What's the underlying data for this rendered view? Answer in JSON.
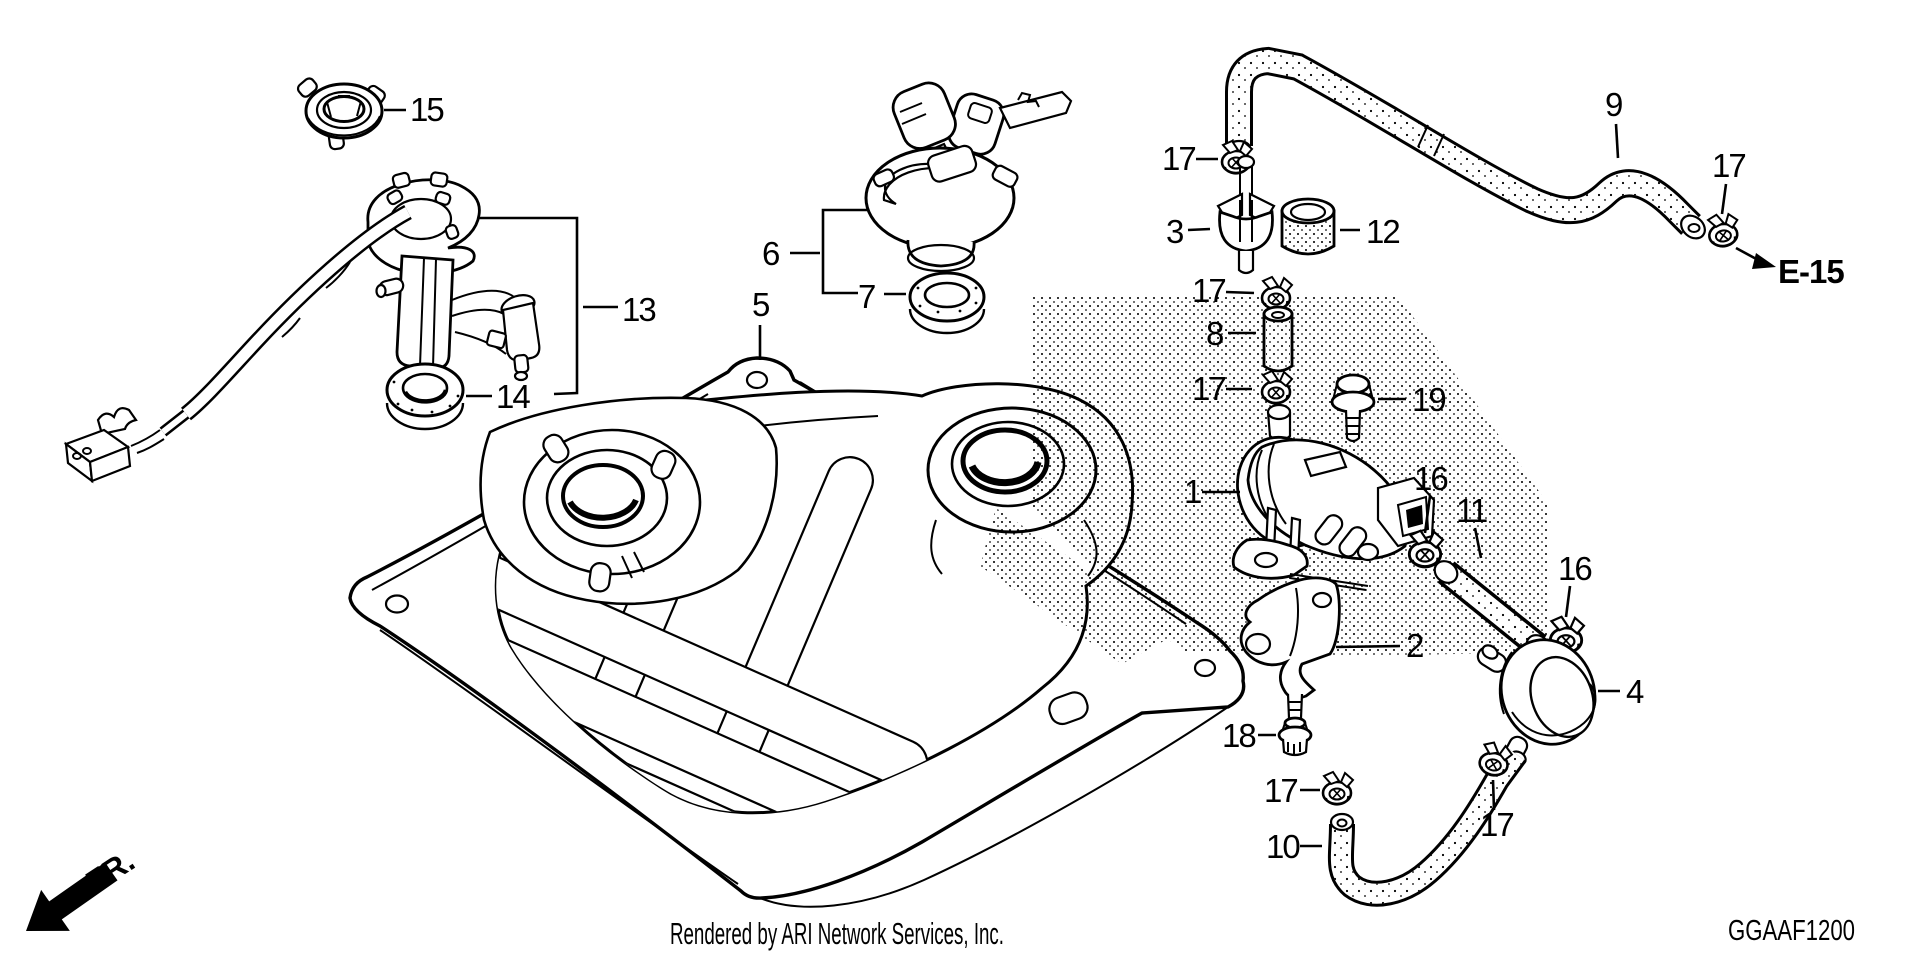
{
  "diagram": {
    "footer_credit": "Rendered by ARI Network Services, Inc.",
    "diagram_code": "GGAAF1200",
    "reference_link": "E-15",
    "front_marker": "FR."
  },
  "colors": {
    "line": "#000000",
    "background": "#ffffff"
  },
  "callouts": {
    "p1": "1",
    "p2": "2",
    "p3": "3",
    "p4": "4",
    "p5": "5",
    "p6": "6",
    "p7": "7",
    "p8": "8",
    "p9": "9",
    "p10": "10",
    "p11": "11",
    "p12": "12",
    "p13": "13",
    "p14": "14",
    "p15": "15",
    "p16a": "16",
    "p16b": "16",
    "p17a": "17",
    "p17b": "17",
    "p17c": "17",
    "p17d": "17",
    "p17e": "17",
    "p17f": "17",
    "p18": "18",
    "p19": "19"
  }
}
